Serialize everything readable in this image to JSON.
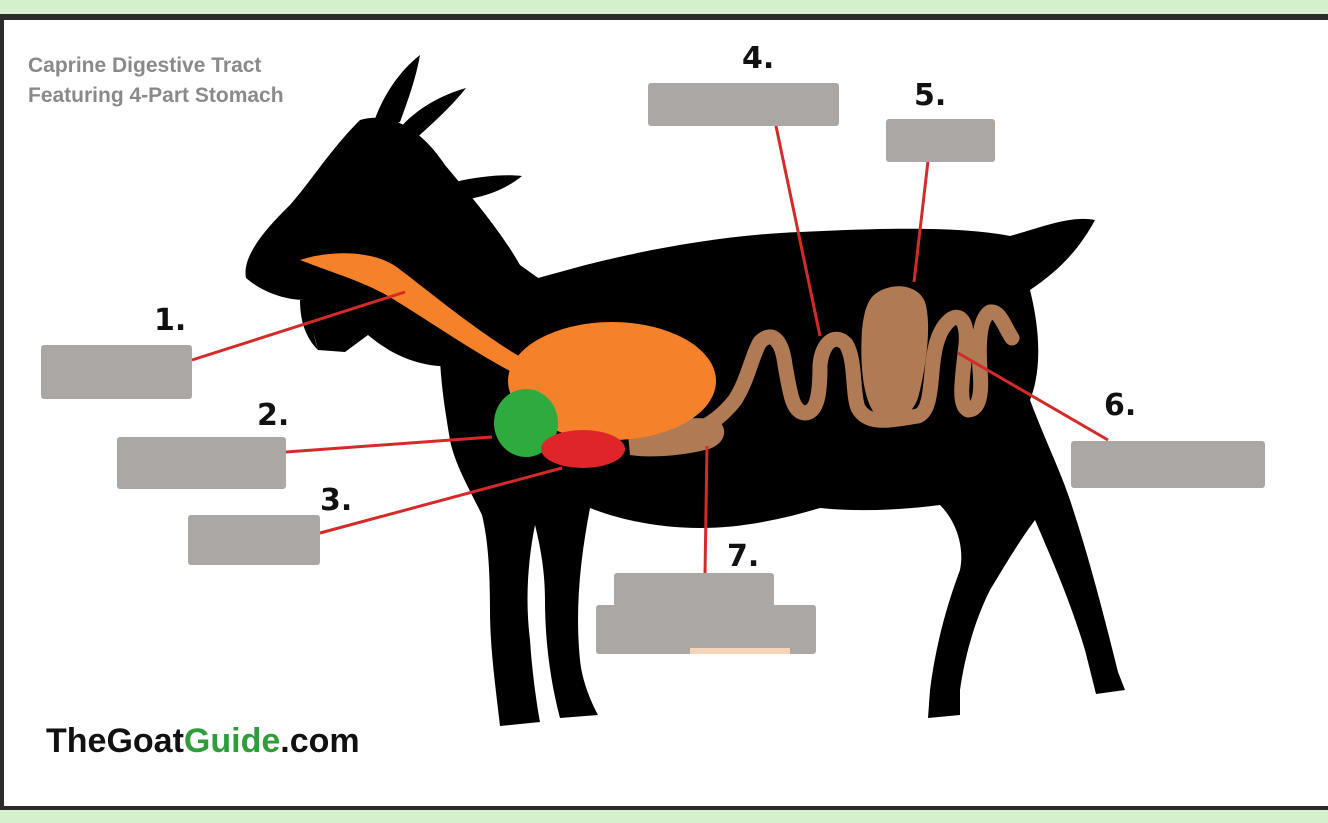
{
  "diagram": {
    "title_line1": "Caprine Digestive Tract",
    "title_line2": "Featuring 4-Part Stomach",
    "brand": {
      "part1": "TheGoat",
      "part2": "Guide",
      "part3": ".com"
    },
    "labels": [
      {
        "number": "1.",
        "answer": ""
      },
      {
        "number": "2.",
        "answer": ""
      },
      {
        "number": "3.",
        "answer": ""
      },
      {
        "number": "4.",
        "answer": ""
      },
      {
        "number": "5.",
        "answer": ""
      },
      {
        "number": "6.",
        "answer": ""
      },
      {
        "number": "7.",
        "answer": ""
      }
    ]
  },
  "colors": {
    "background": "#d4f0cc",
    "silhouette": "#000000",
    "esophagus_rumen": "#f5822a",
    "reticulum": "#2eaa3f",
    "omasum": "#e0252a",
    "intestines": "#b07a55",
    "leader_line": "#d42a2a",
    "label_blank": "#aba7a4",
    "brand_green": "#2f9e3a"
  }
}
